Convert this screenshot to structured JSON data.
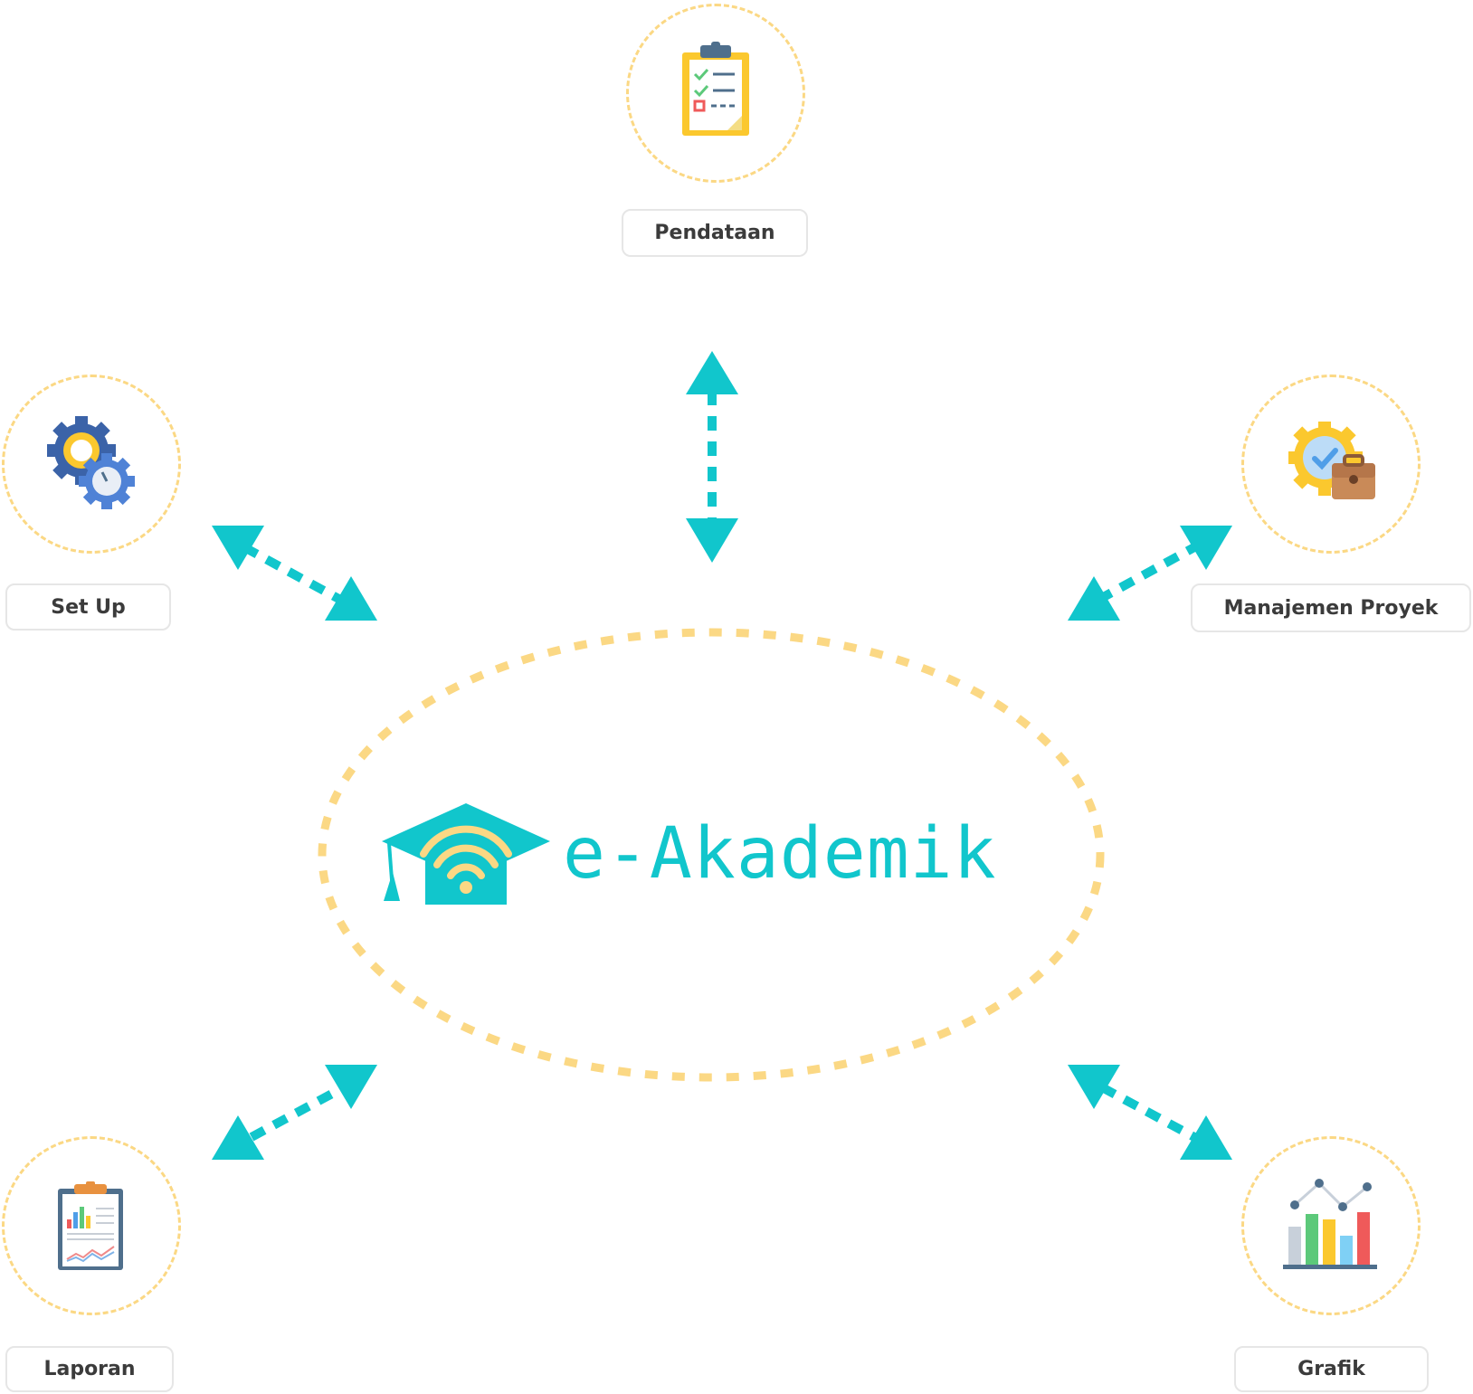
{
  "colors": {
    "accent": "#11c6cc",
    "dash": "#fbd884",
    "label_border": "#e6e6e6",
    "label_text": "#3b3b3b"
  },
  "center": {
    "logo_text": "e-Akademik",
    "logo_icon": "graduation-cap-wifi-icon"
  },
  "nodes": [
    {
      "id": "pendataan",
      "label": "Pendataan",
      "icon": "clipboard-checklist-icon"
    },
    {
      "id": "setup",
      "label": "Set Up",
      "icon": "gears-icon"
    },
    {
      "id": "manajemen-proyek",
      "label": "Manajemen Proyek",
      "icon": "gear-briefcase-icon"
    },
    {
      "id": "laporan",
      "label": "Laporan",
      "icon": "report-clipboard-icon"
    },
    {
      "id": "grafik",
      "label": "Grafik",
      "icon": "bar-line-chart-icon"
    }
  ]
}
